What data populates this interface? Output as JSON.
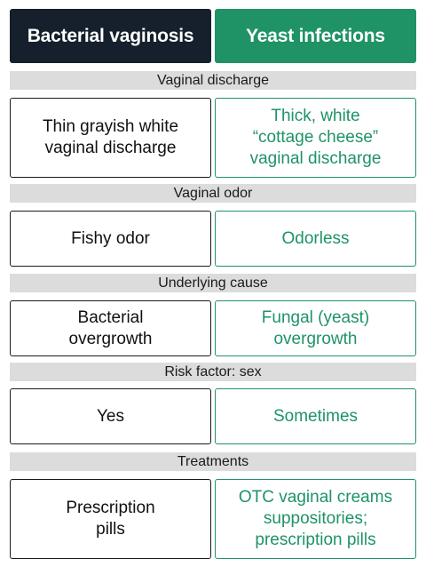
{
  "header": {
    "left": "Bacterial vaginosis",
    "right": "Yeast infections"
  },
  "colors": {
    "dark": "#16202c",
    "accent": "#1f9366",
    "bar": "#dcdcdc"
  },
  "rows": [
    {
      "category": "Vaginal discharge",
      "bacterial": "Thin grayish white\nvaginal discharge",
      "yeast": "Thick, white\n“cottage cheese”\nvaginal discharge"
    },
    {
      "category": "Vaginal odor",
      "bacterial": "Fishy odor",
      "yeast": "Odorless"
    },
    {
      "category": "Underlying cause",
      "bacterial": "Bacterial\novergrowth",
      "yeast": "Fungal (yeast)\novergrowth"
    },
    {
      "category": "Risk  factor: sex",
      "bacterial": "Yes",
      "yeast": "Sometimes"
    },
    {
      "category": "Treatments",
      "bacterial": "Prescription\npills",
      "yeast": "OTC vaginal creams\nsuppositories;\nprescription pills"
    }
  ]
}
